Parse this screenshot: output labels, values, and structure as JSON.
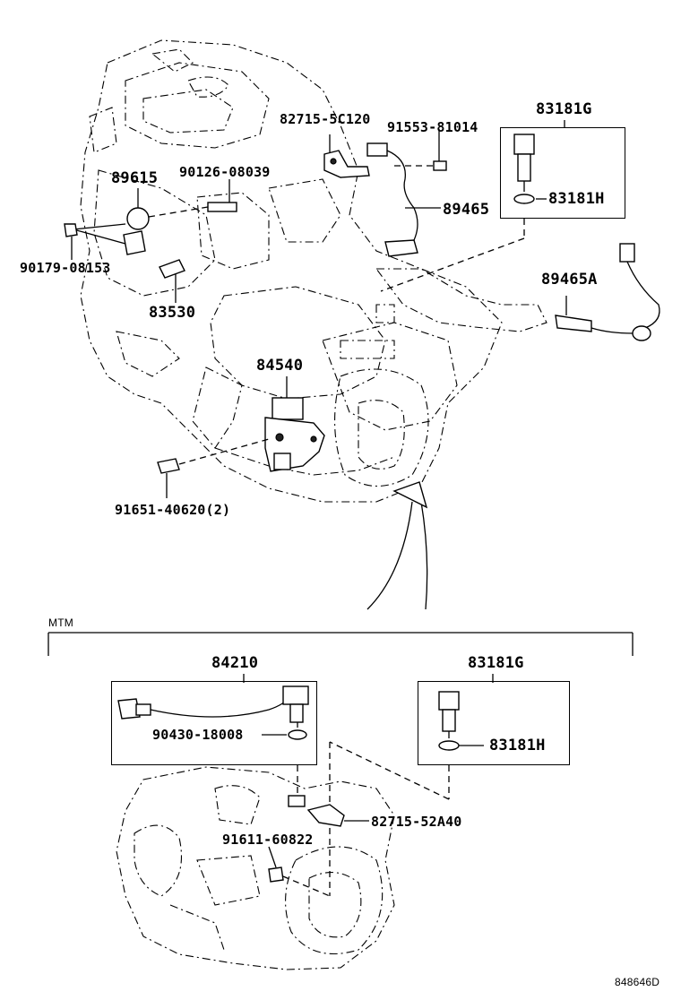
{
  "labels": {
    "p83181G_top": "83181G",
    "p82715_5C120": "82715-5C120",
    "p91553_81014": "91553-81014",
    "p89615": "89615",
    "p90126_08039": "90126-08039",
    "p89465": "89465",
    "p83181H_top": "83181H",
    "p90179_08153": "90179-08153",
    "p89465A": "89465A",
    "p83530": "83530",
    "p84540": "84540",
    "p91651_40620": "91651-40620(2)",
    "section_mtm": "MTM",
    "p84210": "84210",
    "p83181G_bot": "83181G",
    "p90430_18008": "90430-18008",
    "p83181H_bot": "83181H",
    "p82715_52A40": "82715-52A40",
    "p91611_60822": "91611-60822",
    "figure_code": "848646D"
  }
}
